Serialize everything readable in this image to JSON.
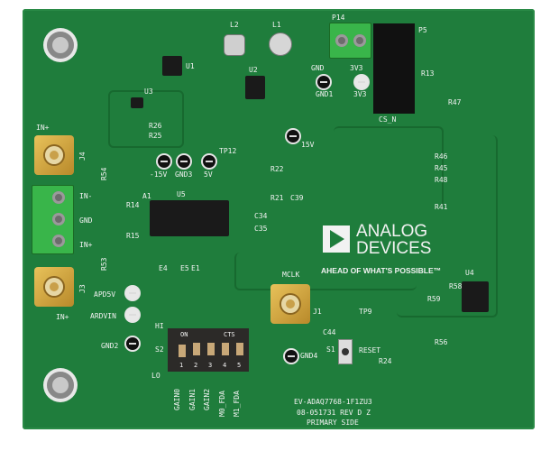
{
  "brand": {
    "name_line1": "ANALOG",
    "name_line2": "DEVICES",
    "tagline": "AHEAD OF WHAT'S POSSIBLE™"
  },
  "board_info": {
    "model": "EV-ADAQ7768-1F1ZU3",
    "revision": "08-051731 REV D Z",
    "side": "PRIMARY SIDE"
  },
  "connectors": {
    "j4": "J4",
    "j3": "J3",
    "j1": "J1",
    "in_plus": "IN+",
    "in_minus": "IN-",
    "gnd": "GND",
    "in_plus2": "IN+",
    "in_plus3": "IN+",
    "mclk": "MCLK",
    "p14": "P14",
    "p5": "P5",
    "gnd_top": "GND",
    "v3_top": "3V3",
    "cs_n": "CS_N"
  },
  "testpoints": {
    "gnd1": "GND1",
    "v3": "3V3",
    "gnd2": "GND2",
    "gnd3": "GND3",
    "gnd4": "GND4",
    "m15v": "-15V",
    "p5v": "5V",
    "p15v": "15V",
    "tp12": "TP12",
    "tp9": "TP9",
    "apd5v": "APD5V",
    "ardvin": "ARDVIN"
  },
  "switch": {
    "ref": "S2",
    "on": "ON",
    "cts": "CTS",
    "hi": "HI",
    "lo": "LO",
    "labels": [
      "GAIN0",
      "GAIN1",
      "GAIN2",
      "M0_FDA",
      "M1_FDA"
    ],
    "numbers": [
      "1",
      "2",
      "3",
      "4",
      "5"
    ]
  },
  "reset": {
    "ref": "S1",
    "label": "RESET",
    "r24": "R24",
    "c44": "C44"
  },
  "refs": {
    "u1": "U1",
    "u2": "U2",
    "u3": "U3",
    "u4": "U4",
    "u5": "U5",
    "a1": "A1",
    "l1": "L1",
    "l2": "L2",
    "r13": "R13",
    "r47": "R47",
    "r46": "R46",
    "r45": "R45",
    "r48": "R48",
    "r41": "R41",
    "r58": "R58",
    "r59": "R59",
    "r56": "R56",
    "r14": "R14",
    "r15": "R15",
    "c34": "C34",
    "c35": "C35",
    "r22": "R22",
    "r21": "R21",
    "c39": "C39",
    "e4": "E4",
    "e5": "E5",
    "e1": "E1",
    "r25": "R25",
    "r26": "R26",
    "r54": "R54",
    "r53": "R53"
  }
}
